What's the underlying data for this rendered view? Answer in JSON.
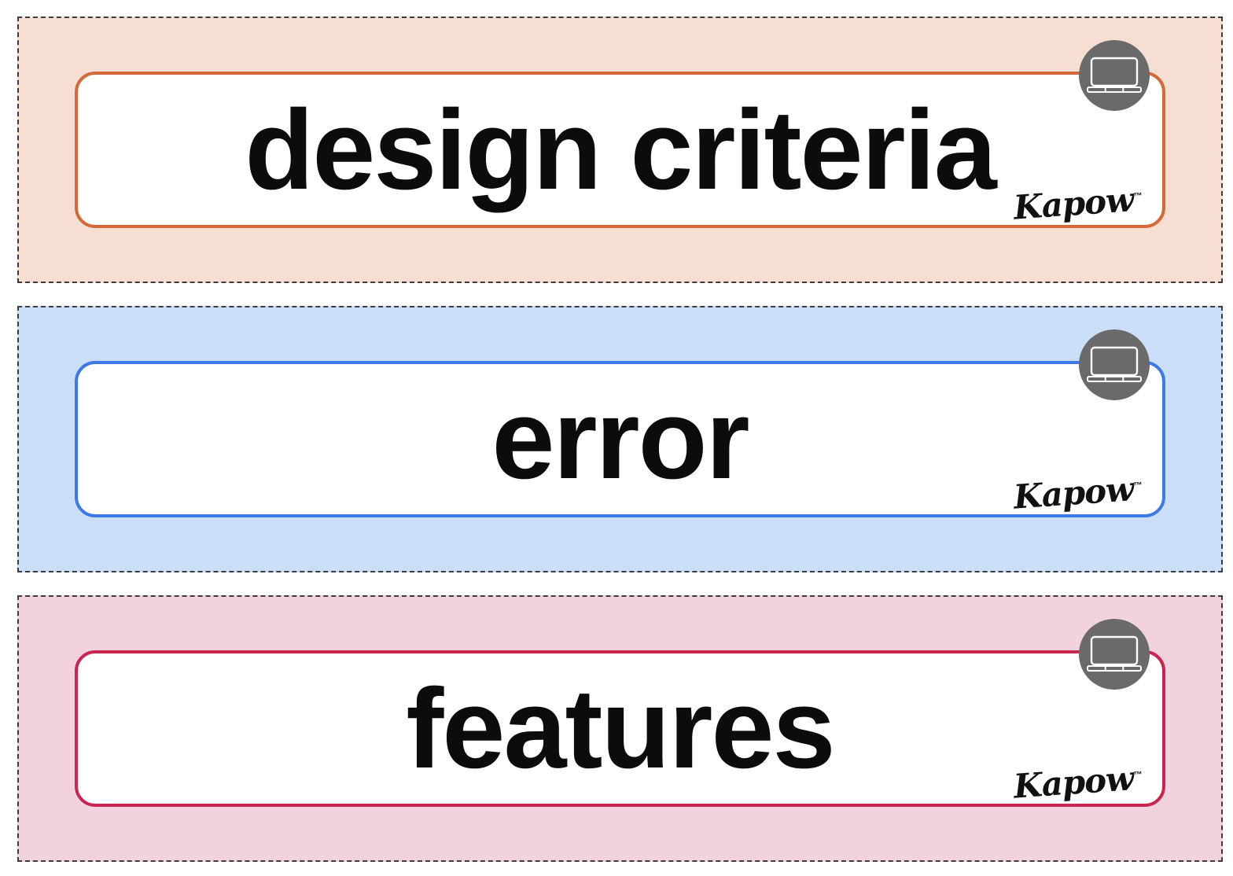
{
  "page": {
    "background": "#ffffff",
    "cut_line_color": "#3b3b3b"
  },
  "branding": {
    "logo_text": "Kapow",
    "trademark": "™"
  },
  "badge": {
    "icon": "laptop",
    "circle_color": "#6a6a6a",
    "icon_color": "#ffffff"
  },
  "text_color": "#0c0c0c",
  "cards": [
    {
      "word": "design criteria",
      "background": "#f7ded2",
      "border_color": "#d5693a"
    },
    {
      "word": "error",
      "background": "#cbdef7",
      "border_color": "#3d7ae8"
    },
    {
      "word": "features",
      "background": "#f1d2de",
      "border_color": "#c9254f"
    }
  ]
}
